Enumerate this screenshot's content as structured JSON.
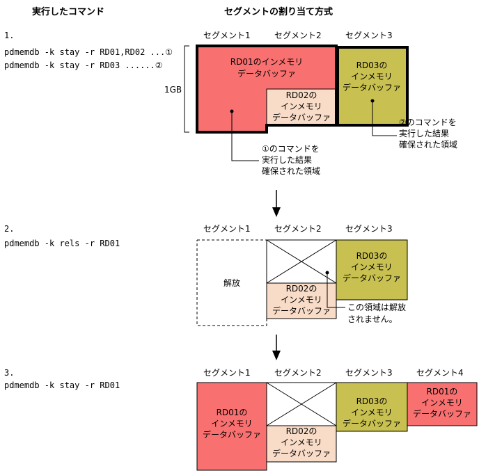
{
  "headers": {
    "commands": "実行したコマンド",
    "allocation": "セグメントの割り当て方式"
  },
  "steps": [
    {
      "number": "1.",
      "commands": [
        "pdmemdb -k stay -r RD01,RD02 ...①",
        "pdmemdb -k stay -r RD03    ......②"
      ],
      "segments": [
        "セグメント1",
        "セグメント2",
        "セグメント3"
      ],
      "size_label": "1GB",
      "blocks": {
        "rd01": [
          "RD01のインメモリ",
          "データバッファ"
        ],
        "rd02": [
          "RD02の",
          "インメモリ",
          "データバッファ"
        ],
        "rd03": [
          "RD03の",
          "インメモリ",
          "データバッファ"
        ]
      },
      "callouts": {
        "first": [
          "①のコマンドを",
          "実行した結果",
          "確保された領域"
        ],
        "second": [
          "②のコマンドを",
          "実行した結果",
          "確保された領域"
        ]
      }
    },
    {
      "number": "2.",
      "commands": [
        "pdmemdb -k rels -r RD01"
      ],
      "segments": [
        "セグメント1",
        "セグメント2",
        "セグメント3"
      ],
      "released": "解放",
      "blocks": {
        "rd02": [
          "RD02の",
          "インメモリ",
          "データバッファ"
        ],
        "rd03": [
          "RD03の",
          "インメモリ",
          "データバッファ"
        ]
      },
      "callout": [
        "この領域は解放",
        "されません。"
      ]
    },
    {
      "number": "3.",
      "commands": [
        "pdmemdb -k stay -r RD01"
      ],
      "segments": [
        "セグメント1",
        "セグメント2",
        "セグメント3",
        "セグメント4"
      ],
      "blocks": {
        "rd01_seg1": [
          "RD01の",
          "インメモリ",
          "データバッファ"
        ],
        "rd02": [
          "RD02の",
          "インメモリ",
          "データバッファ"
        ],
        "rd03": [
          "RD03の",
          "インメモリ",
          "データバッファ"
        ],
        "rd01_seg4": [
          "RD01の",
          "インメモリ",
          "データバッファ"
        ]
      }
    }
  ],
  "colors": {
    "rd01": "#F87070",
    "rd02": "#F8DCC8",
    "rd03": "#C8C050",
    "line": "#000000"
  }
}
